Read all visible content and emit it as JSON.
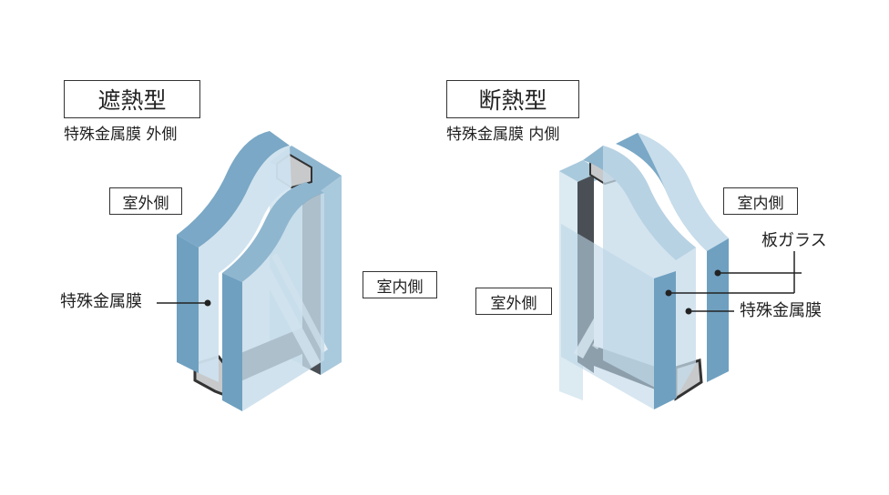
{
  "left": {
    "title": "遮熱型",
    "subtitle": "特殊金属膜 外側",
    "outdoor_label": "室外側",
    "indoor_label": "室内側",
    "film_label": "特殊金属膜"
  },
  "right": {
    "title": "断熱型",
    "subtitle": "特殊金属膜 内側",
    "outdoor_label": "室外側",
    "indoor_label": "室内側",
    "glass_label": "板ガラス",
    "film_label": "特殊金属膜"
  },
  "colors": {
    "glass_blue": "#6fa0c0",
    "glass_light": "#bcd6e6",
    "glass_pale": "#dceaf2",
    "spacer_dark": "#4a4f55",
    "spacer_grey": "#c8c9cb"
  }
}
